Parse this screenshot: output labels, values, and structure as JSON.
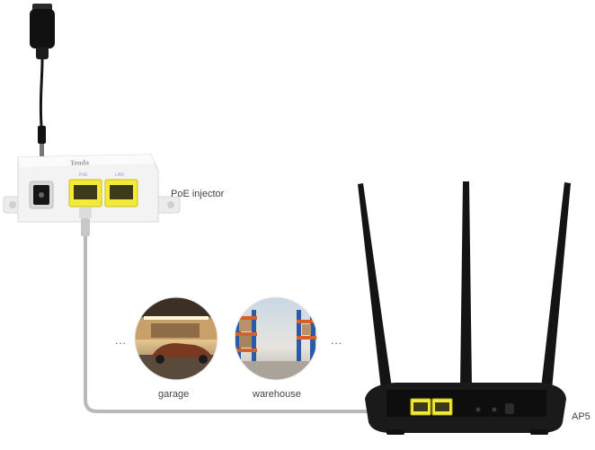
{
  "labels": {
    "poe_injector": "PoE injector",
    "garage": "garage",
    "warehouse": "warehouse",
    "ap": "AP5",
    "dots_left": "...",
    "dots_right": "..."
  },
  "injector": {
    "brand": "Tenda",
    "port_poe": "PoE",
    "port_lan": "LAN"
  },
  "colors": {
    "port_yellow": "#f4ea3a",
    "cable_gray": "#b9b9b9",
    "device_black": "#1a1a1a",
    "injector_white": "#f3f3f3"
  }
}
